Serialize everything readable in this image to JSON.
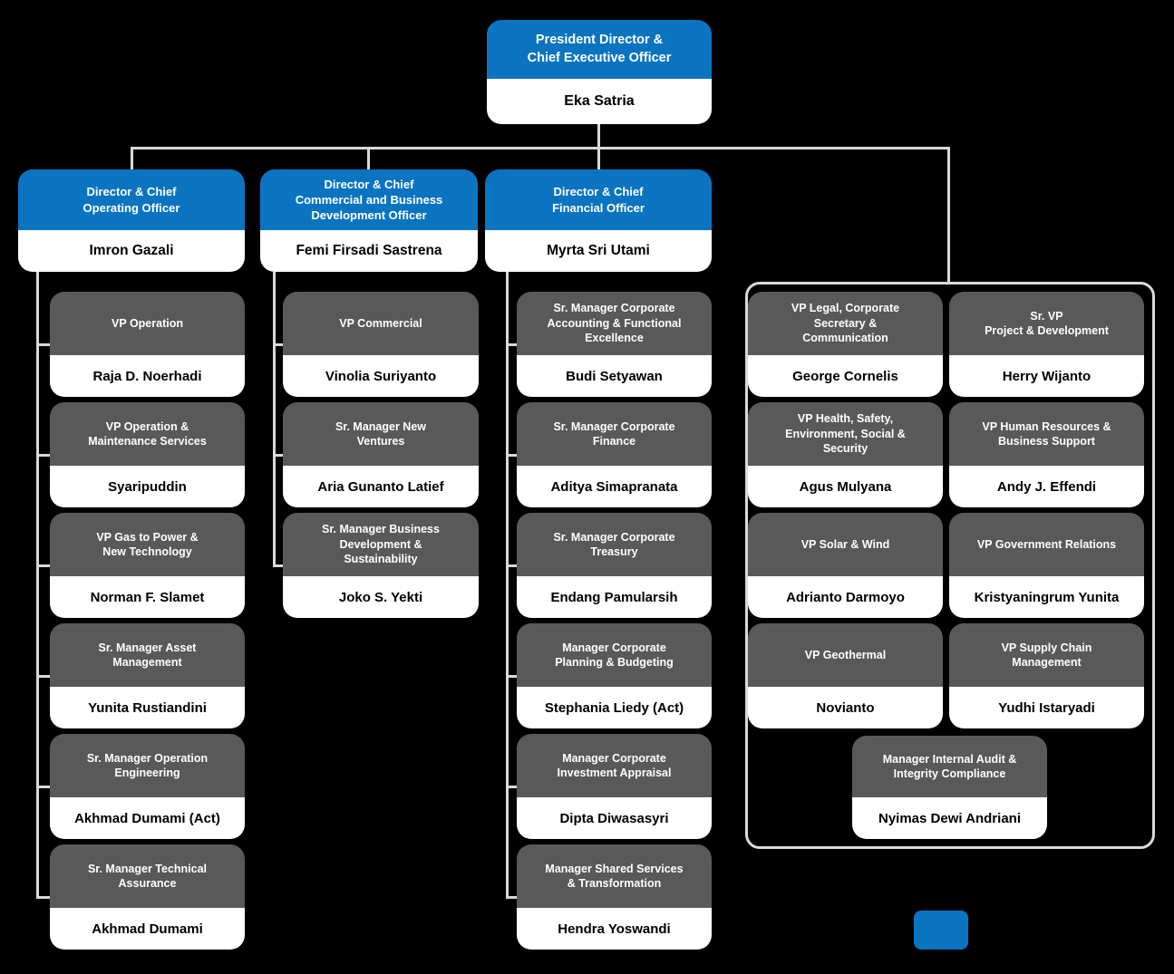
{
  "palette": {
    "background": "#000000",
    "executive_fill": "#0b74c0",
    "manager_fill": "#595959",
    "body_fill": "#ffffff",
    "connector": "#d9d9d9",
    "title_text": "#ffffff",
    "name_text": "#000000"
  },
  "ceo": {
    "title": "President Director &\nChief Executive Officer",
    "name": "Eka Satria"
  },
  "directorates": [
    {
      "title": "Director & Chief\nOperating Officer",
      "name": "Imron Gazali",
      "children": [
        {
          "title": "VP Operation",
          "name": "Raja D. Noerhadi"
        },
        {
          "title": "VP Operation &\nMaintenance Services",
          "name": "Syaripuddin"
        },
        {
          "title": "VP Gas to Power &\nNew Technology",
          "name": "Norman F. Slamet"
        },
        {
          "title": "Sr. Manager Asset\nManagement",
          "name": "Yunita Rustiandini"
        },
        {
          "title": "Sr. Manager Operation\nEngineering",
          "name": "Akhmad Dumami (Act)"
        },
        {
          "title": "Sr. Manager Technical\nAssurance",
          "name": "Akhmad Dumami"
        }
      ]
    },
    {
      "title": "Director & Chief\nCommercial and Business\nDevelopment Officer",
      "name": "Femi Firsadi Sastrena",
      "children": [
        {
          "title": "VP Commercial",
          "name": "Vinolia Suriyanto"
        },
        {
          "title": "Sr. Manager New\nVentures",
          "name": "Aria Gunanto Latief"
        },
        {
          "title": "Sr. Manager Business\nDevelopment &\nSustainability",
          "name": "Joko S. Yekti"
        }
      ]
    },
    {
      "title": "Director & Chief\nFinancial Officer",
      "name": "Myrta Sri Utami",
      "children": [
        {
          "title": "Sr. Manager Corporate\nAccounting & Functional\nExcellence",
          "name": "Budi Setyawan"
        },
        {
          "title": "Sr. Manager Corporate\nFinance",
          "name": "Aditya Simapranata"
        },
        {
          "title": "Sr. Manager Corporate\nTreasury",
          "name": "Endang Pamularsih"
        },
        {
          "title": "Manager Corporate\nPlanning & Budgeting",
          "name": "Stephania Liedy (Act)"
        },
        {
          "title": "Manager Corporate\nInvestment Appraisal",
          "name": "Dipta Diwasasyri"
        },
        {
          "title": "Manager Shared Services\n& Transformation",
          "name": "Hendra Yoswandi"
        }
      ]
    }
  ],
  "staff_panel": {
    "boxes": [
      {
        "title": "VP Legal, Corporate\nSecretary &\nCommunication",
        "name": "George Cornelis"
      },
      {
        "title": "Sr. VP\nProject & Development",
        "name": "Herry Wijanto"
      },
      {
        "title": "VP Health, Safety,\nEnvironment, Social &\nSecurity",
        "name": "Agus Mulyana"
      },
      {
        "title": "VP Human Resources &\nBusiness Support",
        "name": "Andy J. Effendi"
      },
      {
        "title": "VP Solar & Wind",
        "name": "Adrianto Darmoyo"
      },
      {
        "title": "VP Government Relations",
        "name": "Kristyaningrum Yunita"
      },
      {
        "title": "VP Geothermal",
        "name": "Novianto"
      },
      {
        "title": "VP Supply Chain\nManagement",
        "name": "Yudhi Istaryadi"
      }
    ],
    "centered_box": {
      "title": "Manager Internal Audit &\nIntegrity Compliance",
      "name": "Nyimas Dewi Andriani"
    }
  },
  "legend": {
    "chip_color": "#0b74c0"
  }
}
